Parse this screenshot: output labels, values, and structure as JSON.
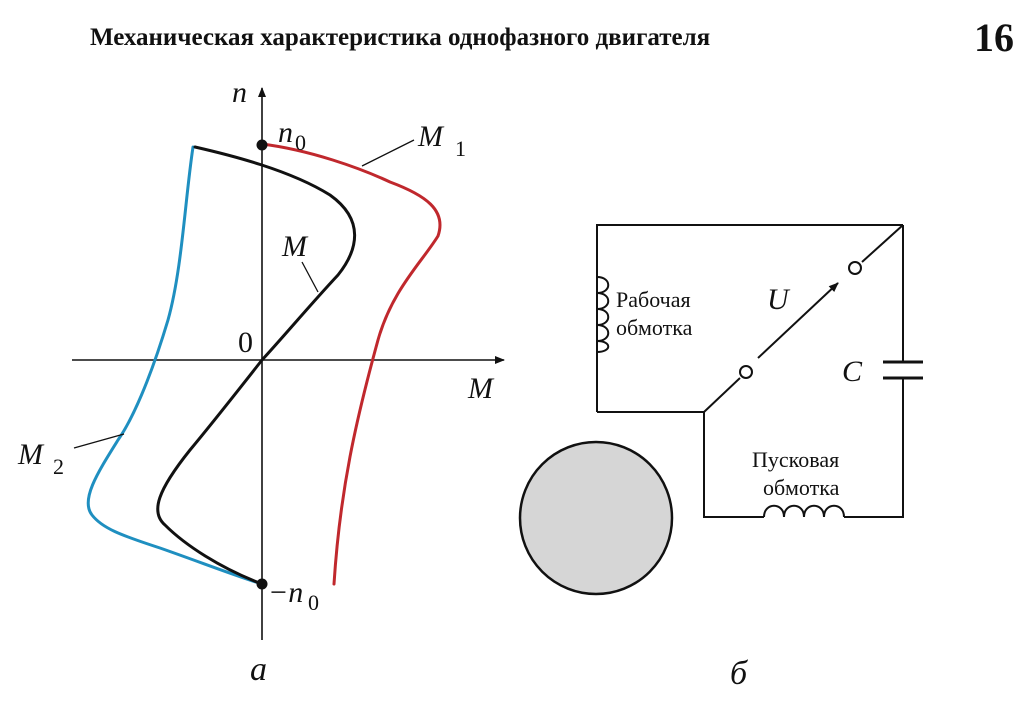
{
  "header": {
    "title": "Механическая характеристика однофазного двигателя",
    "page_number": "16"
  },
  "graph": {
    "axis_n": "n",
    "axis_M": "M",
    "origin": "0",
    "n0": "n",
    "n0_sub": "0",
    "neg_n0": "−n",
    "neg_n0_sub": "0",
    "curve_M": "M",
    "curve_M1": "M",
    "curve_M1_sub": "1",
    "curve_M2": "M",
    "curve_M2_sub": "2",
    "caption": "а",
    "colors": {
      "M": "#111111",
      "M1": "#c0282d",
      "M2": "#1f8fc0"
    }
  },
  "circuit": {
    "main_winding_line1": "Рабочая",
    "main_winding_line2": "обмотка",
    "start_winding_line1": "Пусковая",
    "start_winding_line2": "обмотка",
    "voltage": "U",
    "capacitor": "C",
    "caption": "б",
    "rotor_color": "#d6d6d6"
  }
}
